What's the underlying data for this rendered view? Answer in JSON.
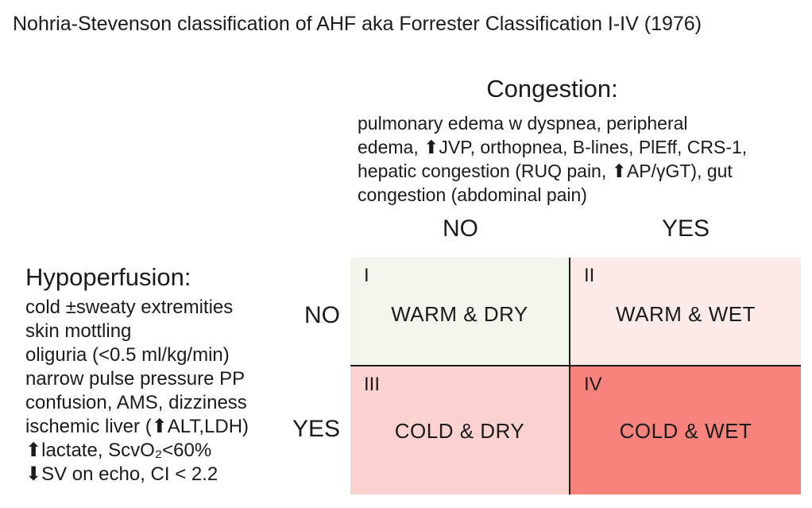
{
  "title": "Nohria-Stevenson classification of AHF aka Forrester Classification I-IV (1976)",
  "congestion": {
    "heading": "Congestion:",
    "lines": [
      "pulmonary edema w dyspnea, peripheral",
      "edema, ⬆JVP, orthopnea, B-lines, PlEff, CRS-1,",
      "hepatic congestion (RUQ pain, ⬆AP/γGT), gut",
      "congestion (abdominal pain)"
    ],
    "no_label": "NO",
    "yes_label": "YES"
  },
  "hypoperfusion": {
    "heading": "Hypoperfusion:",
    "lines": [
      "cold ±sweaty extremities",
      "skin mottling",
      "oliguria (<0.5 ml/kg/min)",
      "narrow pulse pressure PP",
      "confusion, AMS, dizziness",
      "ischemic liver (⬆ALT,LDH)",
      "⬆lactate, ScvO₂<60%",
      "⬇SV on echo, CI < 2.2"
    ],
    "no_label": "NO",
    "yes_label": "YES"
  },
  "quadrants": [
    {
      "numeral": "I",
      "label": "WARM & DRY",
      "bg": "#f2f6ec"
    },
    {
      "numeral": "II",
      "label": "WARM & WET",
      "bg": "#fcebe9"
    },
    {
      "numeral": "III",
      "label": "COLD & DRY",
      "bg": "#fbd2d0"
    },
    {
      "numeral": "IV",
      "label": "COLD & WET",
      "bg": "#f8837d"
    }
  ],
  "colors": {
    "quadrant_I": "#f2f6ec",
    "quadrant_II": "#fcebe9",
    "quadrant_III": "#fbd2d0",
    "quadrant_IV": "#f8837d",
    "grid_line": "#1c1c1c",
    "text": "#1b1b1b",
    "background": "#ffffff"
  }
}
